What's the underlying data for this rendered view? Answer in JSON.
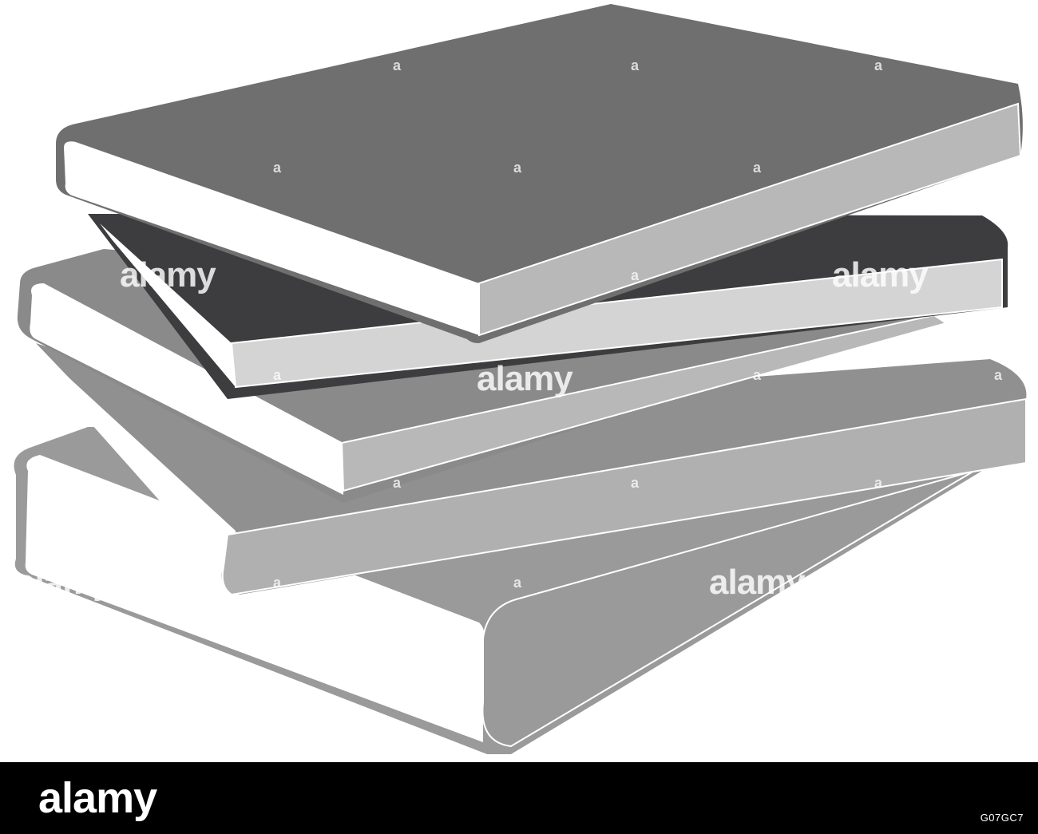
{
  "illustration": {
    "subject": "book-stack-icon",
    "colors": {
      "top_cover": "#6f6f6f",
      "dark_book": "#3d3d3f",
      "mid_cover": "#8a8a8a",
      "light_cover": "#9a9a9a",
      "pages_light": "#d4d4d4",
      "pages_mid": "#b8b8b8",
      "outline": "#ffffff"
    }
  },
  "watermark": {
    "word": "alamy",
    "letter": "a"
  },
  "footer": {
    "brand": "alamy",
    "image_id": "G07GC7",
    "background": "#000000",
    "text_color": "#ffffff"
  }
}
